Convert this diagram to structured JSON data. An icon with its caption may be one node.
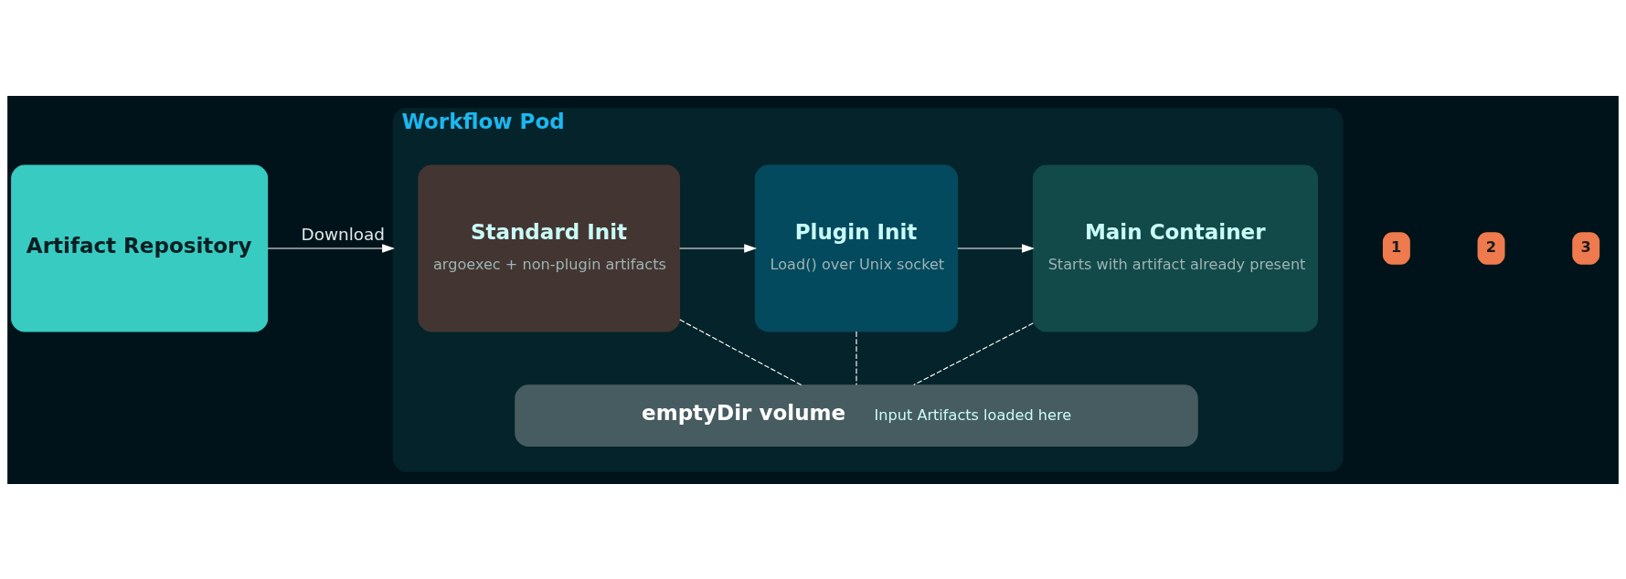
{
  "diagram": {
    "nodes": [
      {
        "text": [
          "Artifact Repository"
        ]
      },
      {
        "text": [
          "Workflow Pod"
        ]
      },
      {
        "text": [
          "Standard Init",
          "argoexec + non-plugin artifacts"
        ],
        "in": 1
      },
      {
        "text": [
          "Plugin Init",
          "Load() over Unix socket"
        ],
        "in": 1
      },
      {
        "text": [
          "Main Container",
          "Starts with artifact already present"
        ],
        "in": 1
      },
      {
        "text": [
          "emptyDir volume",
          "Input Artifacts loaded here"
        ],
        "in": 1
      }
    ],
    "edges": [
      {
        "from": 0,
        "to": 1,
        "arrow": "to",
        "label": "Download"
      },
      {
        "from": 2,
        "to": 3,
        "arrow": "to"
      },
      {
        "from": 3,
        "to": 4,
        "arrow": "to"
      },
      {
        "from": 2,
        "to": 5,
        "arrow": "none",
        "style": "dashed"
      },
      {
        "from": 3,
        "to": 5,
        "arrow": "none",
        "style": "dashed"
      },
      {
        "from": 4,
        "to": 5,
        "arrow": "none",
        "style": "dashed"
      }
    ],
    "labels": [
      "1",
      "2",
      "3"
    ]
  }
}
